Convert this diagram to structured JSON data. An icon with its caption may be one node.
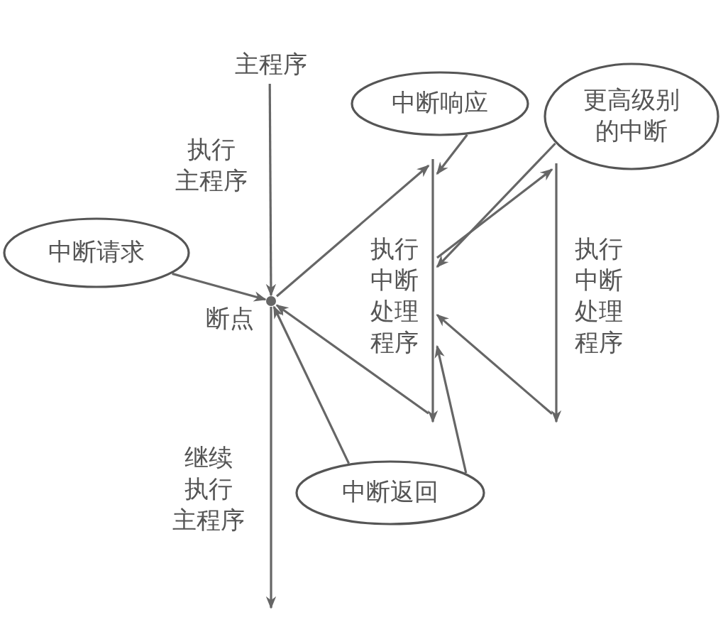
{
  "diagram": {
    "nodes": [
      {
        "text": [
          "主程序"
        ]
      },
      {
        "text": [
          "中断响应"
        ]
      },
      {
        "text": [
          "更高级别的中断"
        ]
      },
      {
        "text": [
          "中断请求"
        ]
      },
      {
        "text": [],
        "shape": "point",
        "beside": [
          "断点"
        ]
      },
      {
        "text": [],
        "shape": "bar",
        "beside": [
          "执行中断处理程序"
        ]
      },
      {
        "text": [],
        "shape": "bar",
        "beside": [
          "执行中断处理程序"
        ]
      },
      {
        "text": [
          "中断返回"
        ]
      }
    ],
    "edges": [
      {
        "from": 0,
        "to": 4,
        "arrow": "to"
      },
      {
        "from": 3,
        "to": 4,
        "arrow": "to"
      },
      {
        "from": 4,
        "to": 5,
        "arrow": "to"
      },
      {
        "from": 1,
        "to": 5,
        "arrow": "to"
      },
      {
        "from": 5,
        "to": 6,
        "arrow": "to"
      },
      {
        "from": 2,
        "to": 5,
        "arrow": "to"
      },
      {
        "from": 6,
        "to": 5,
        "arrow": "to"
      },
      {
        "from": 5,
        "to": 4,
        "arrow": "to"
      },
      {
        "from": 7,
        "to": 4,
        "arrow": "to"
      },
      {
        "from": 7,
        "to": 5,
        "arrow": "to"
      },
      {
        "from": 4,
        "to": null,
        "arrow": "to"
      }
    ],
    "labels": [
      "执行主程序",
      "继续执行主程序"
    ]
  }
}
